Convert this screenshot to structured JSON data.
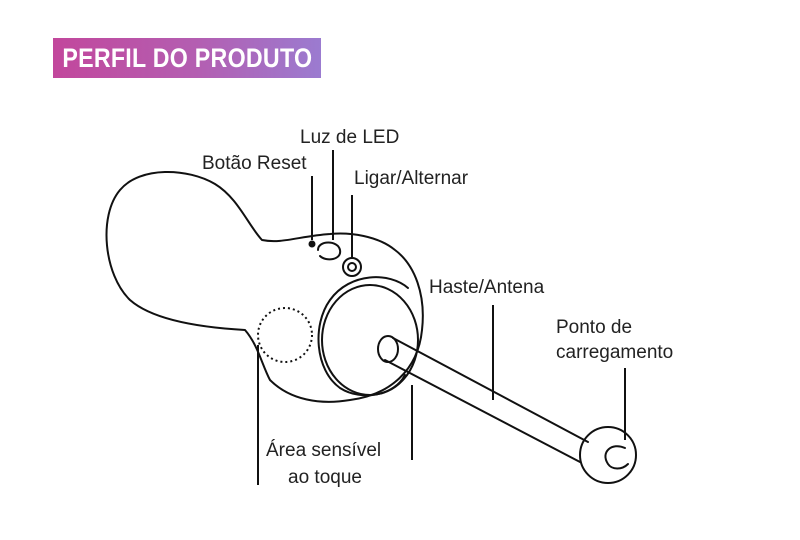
{
  "title": "PERFIL DO PRODUTO",
  "labels": {
    "led": "Luz de LED",
    "reset": "Botão Reset",
    "power": "Ligar/Alternar",
    "rod": "Haste/Antena",
    "charge_line1": "Ponto de",
    "charge_line2": "carregamento",
    "touch_line1": "Área sensível",
    "touch_line2": "ao toque"
  },
  "colors": {
    "accent_start": "#c2479c",
    "accent_end": "#9b7bd0",
    "line": "#111111"
  }
}
